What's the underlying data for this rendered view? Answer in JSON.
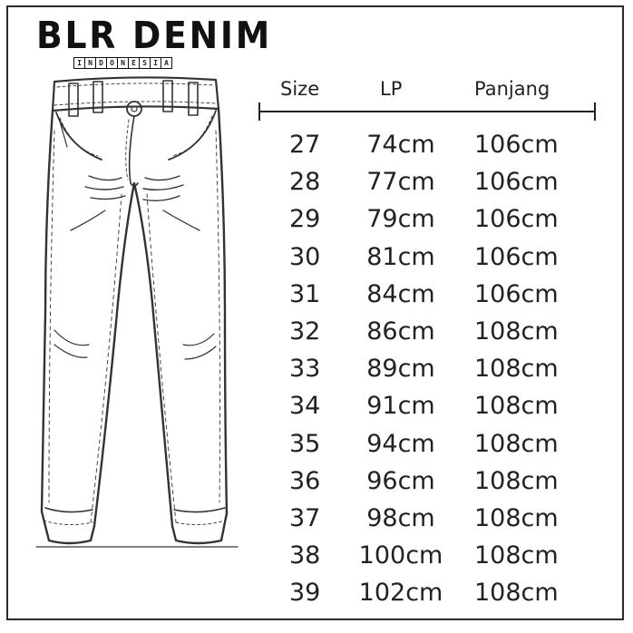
{
  "brand": {
    "name": "BLR DENIM",
    "tagline_letters": [
      "I",
      "N",
      "D",
      "O",
      "N",
      "E",
      "S",
      "I",
      "A"
    ]
  },
  "illustration": {
    "name": "jeans-line-drawing"
  },
  "size_chart": {
    "headers": {
      "size": "Size",
      "lp": "LP",
      "panjang": "Panjang"
    },
    "rows": [
      {
        "size": "27",
        "lp": "74cm",
        "panjang": "106cm"
      },
      {
        "size": "28",
        "lp": "77cm",
        "panjang": "106cm"
      },
      {
        "size": "29",
        "lp": "79cm",
        "panjang": "106cm"
      },
      {
        "size": "30",
        "lp": "81cm",
        "panjang": "106cm"
      },
      {
        "size": "31",
        "lp": "84cm",
        "panjang": "106cm"
      },
      {
        "size": "32",
        "lp": "86cm",
        "panjang": "108cm"
      },
      {
        "size": "33",
        "lp": "89cm",
        "panjang": "108cm"
      },
      {
        "size": "34",
        "lp": "91cm",
        "panjang": "108cm"
      },
      {
        "size": "35",
        "lp": "94cm",
        "panjang": "108cm"
      },
      {
        "size": "36",
        "lp": "96cm",
        "panjang": "108cm"
      },
      {
        "size": "37",
        "lp": "98cm",
        "panjang": "108cm"
      },
      {
        "size": "38",
        "lp": "100cm",
        "panjang": "108cm"
      },
      {
        "size": "39",
        "lp": "102cm",
        "panjang": "108cm"
      }
    ]
  }
}
